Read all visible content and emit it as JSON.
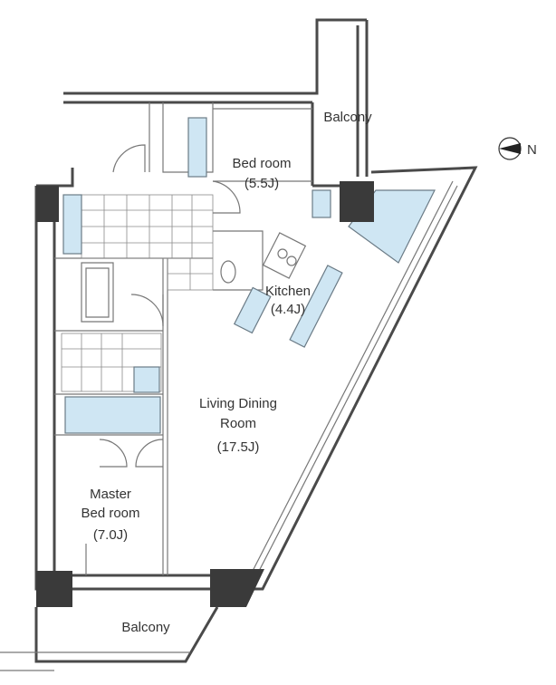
{
  "rooms": {
    "bedroom": {
      "name": "Bed room",
      "size": "(5.5J)"
    },
    "kitchen": {
      "name": "Kitchen",
      "size": "(4.4J)"
    },
    "living": {
      "name_line1": "Living Dining",
      "name_line2": "Room",
      "size": "(17.5J)"
    },
    "master": {
      "name_line1": "Master",
      "name_line2": "Bed room",
      "size": "(7.0J)"
    }
  },
  "balconies": {
    "top": "Balcony",
    "bottom": "Balcony"
  },
  "compass": {
    "label": "N"
  },
  "colors": {
    "wall": "#4a4a4a",
    "fixture": "#cfe6f3",
    "column": "#3a3a3a"
  }
}
